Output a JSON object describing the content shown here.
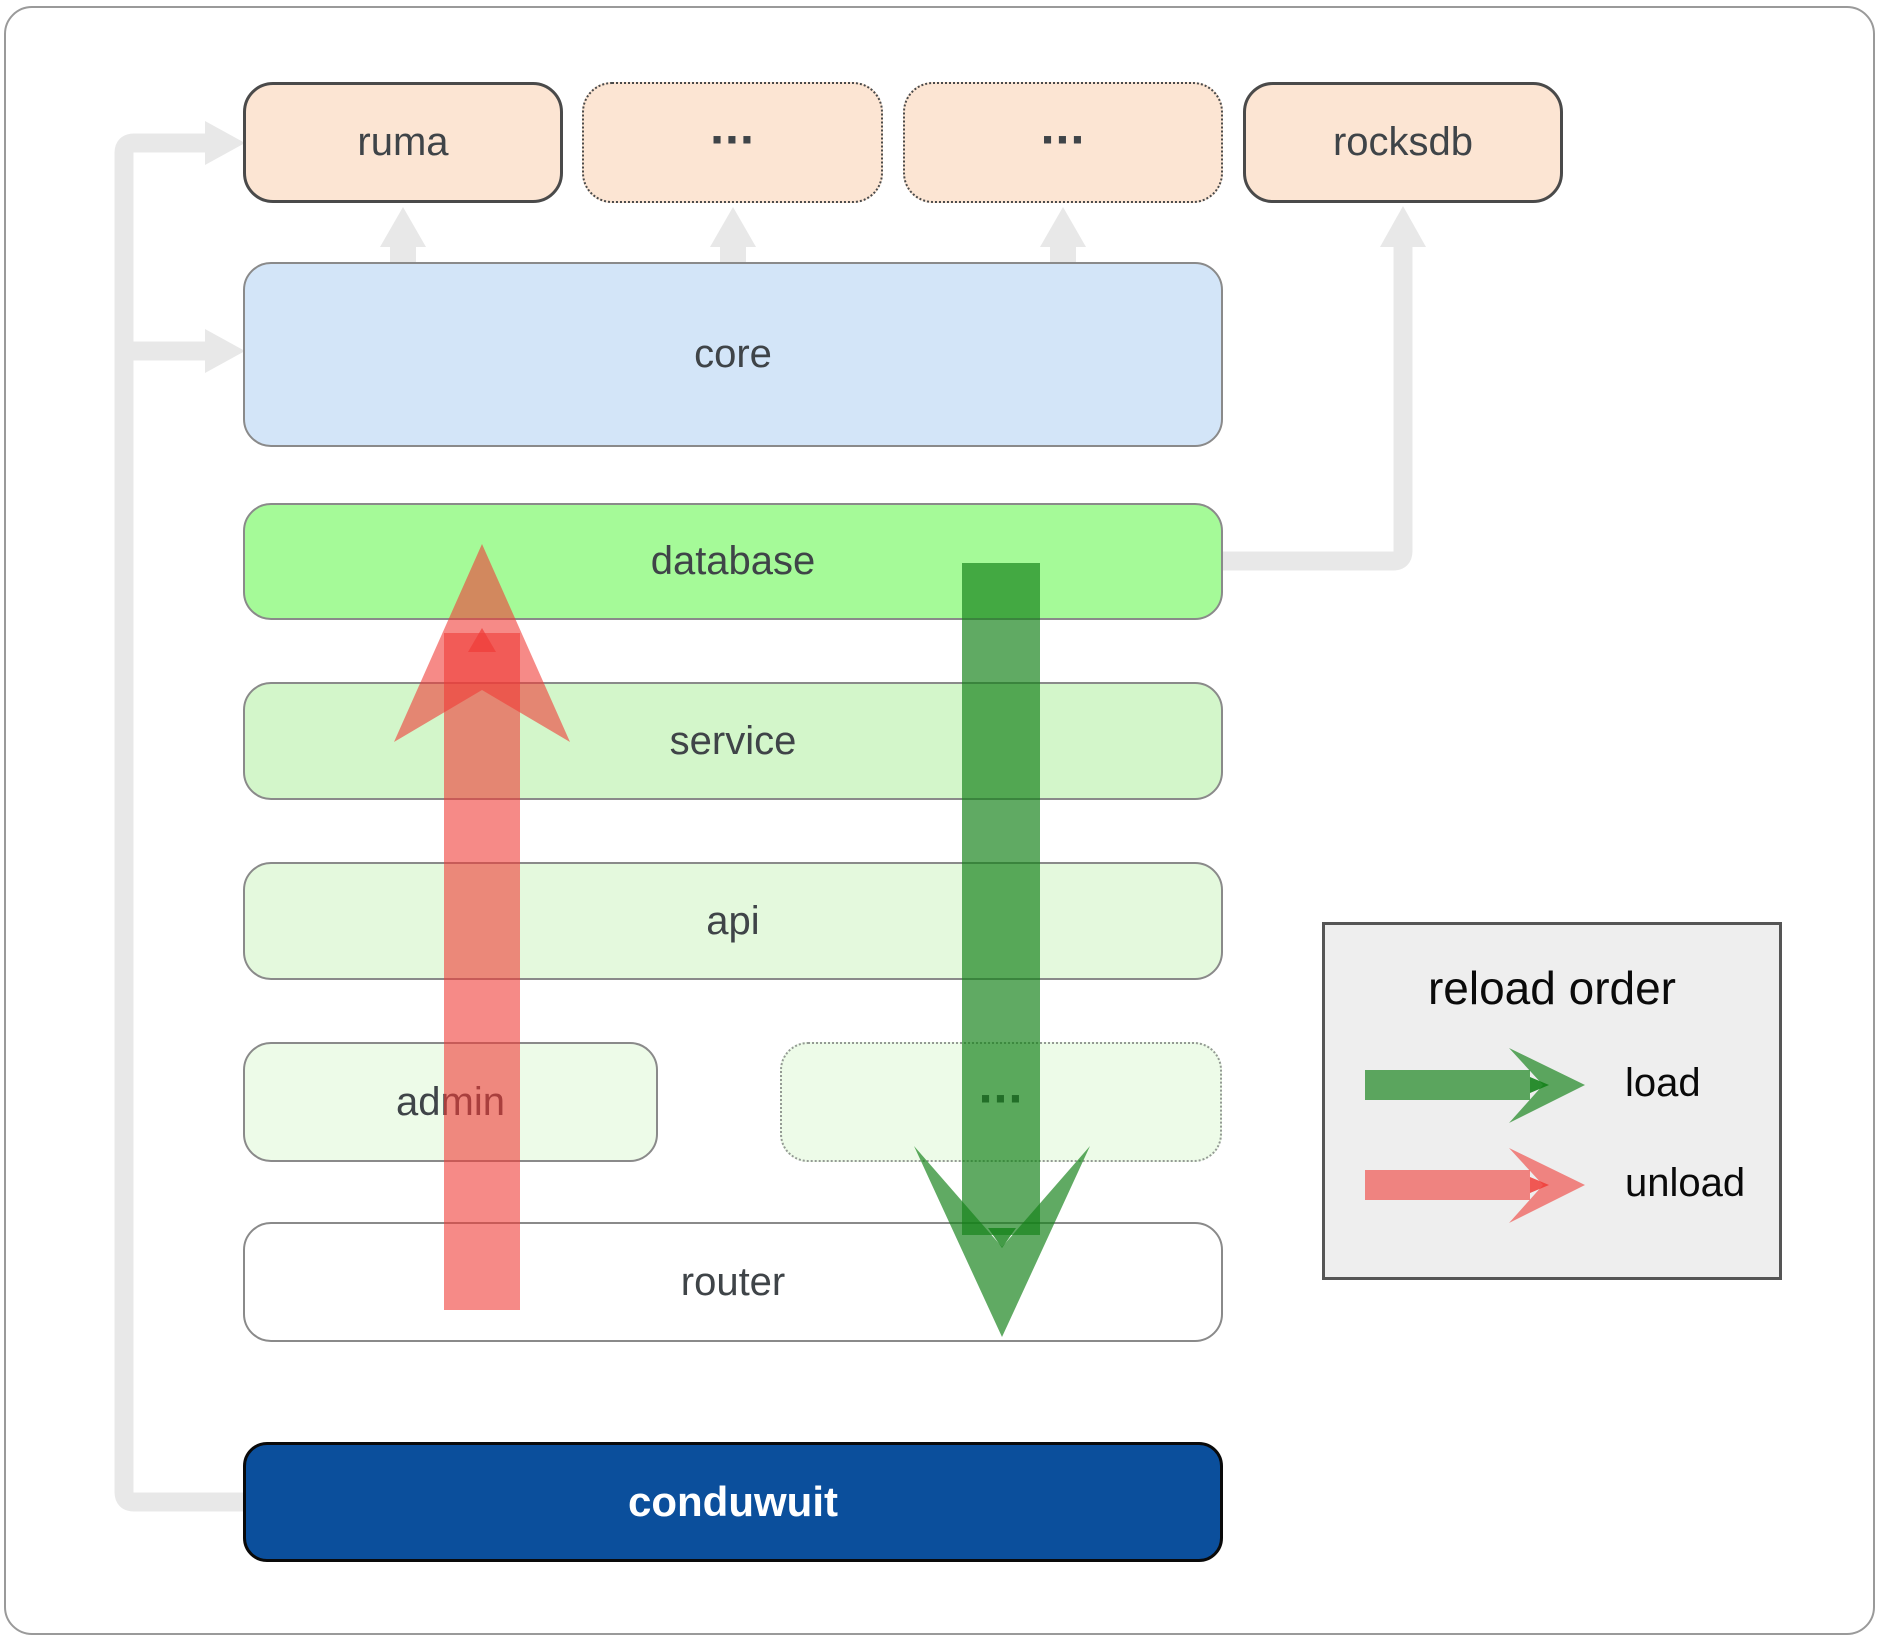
{
  "boxes": {
    "ruma": {
      "label": "ruma"
    },
    "dep1": {
      "label": "..."
    },
    "dep2": {
      "label": "..."
    },
    "rocksdb": {
      "label": "rocksdb"
    },
    "core": {
      "label": "core"
    },
    "database": {
      "label": "database"
    },
    "service": {
      "label": "service"
    },
    "api": {
      "label": "api"
    },
    "admin": {
      "label": "admin"
    },
    "more": {
      "label": "..."
    },
    "router": {
      "label": "router"
    },
    "conduwuit": {
      "label": "conduwuit"
    }
  },
  "legend": {
    "title": "reload order",
    "load_label": "load",
    "unload_label": "unload"
  },
  "colors": {
    "frame_border": "#9a9a9a",
    "box_border_dark": "#4a4a4a",
    "box_border_gray": "#8a8a8a",
    "peach": "#fce5d3",
    "core_blue": "#d3e5f8",
    "database_green": "#a5fa98",
    "service_green": "#d3f6ca",
    "api_green": "#e4f9dd",
    "admin_green": "#edfbe8",
    "router_white": "#ffffff",
    "conduwuit_blue": "#0b4f9c",
    "label_dark": "#3f4448",
    "connector_gray": "#e8e8e8",
    "legend_bg": "#eeeeee",
    "legend_border": "#555555",
    "arrow_green": "#148219",
    "arrow_red": "#f03c37"
  }
}
